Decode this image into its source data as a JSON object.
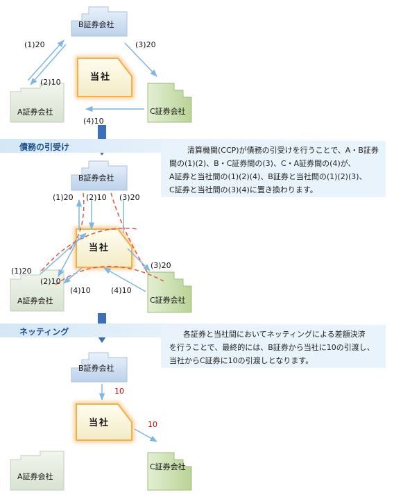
{
  "diagram": {
    "section1": {
      "company_b": "B証券会社",
      "company_a": "A証券会社",
      "company_c": "C証券会社",
      "center": "当社",
      "label_1_20": "(1)20",
      "label_2_10": "(2)10",
      "label_3_20": "(3)20",
      "label_4_10": "(4)10"
    },
    "step1": {
      "title": "債務の引受け",
      "note": [
        "清算機関(CCP)が債務の引受けを行うことで、A・B証券",
        "間の(1)(2)、B・C証券間の(3)、C・A証券間の(4)が、",
        "A証券と当社間の(1)(2)(4)、B証券と当社間の(1)(2)(3)、",
        "C証券と当社間の(3)(4)に置き換わります。"
      ]
    },
    "section2": {
      "company_b": "B証券会社",
      "company_a": "A証券会社",
      "company_c": "C証券会社",
      "center": "当社",
      "top_1_20": "(1)20",
      "top_2_10": "(2)10",
      "top_3_20": "(3)20",
      "left_1_20": "(1)20",
      "left_2_10": "(2)10",
      "right_3_20": "(3)20",
      "bottom_4_10_a": "(4)10",
      "bottom_4_10_c": "(4)10"
    },
    "step2": {
      "title": "ネッティング",
      "note": [
        "各証券と当社間においてネッティングによる差額決済",
        "を行うことで、最終的には、B証券から当社に10の引渡し、",
        "当社からC証券に10の引渡しとなります。"
      ]
    },
    "section3": {
      "company_b": "B証券会社",
      "company_a": "A証券会社",
      "company_c": "C証券会社",
      "center": "当社",
      "flow_b_to_center": "10",
      "flow_center_to_c": "10"
    },
    "colors": {
      "blue_box": "#c7daf0",
      "green_box": "#cfe3b4",
      "cream_box": "#fbf6dc",
      "orange_glow": "#f4a640",
      "arrow_blue": "#7fb6e2",
      "down_arrow": "#3c6fba",
      "dashed_red": "#e0583c"
    }
  }
}
